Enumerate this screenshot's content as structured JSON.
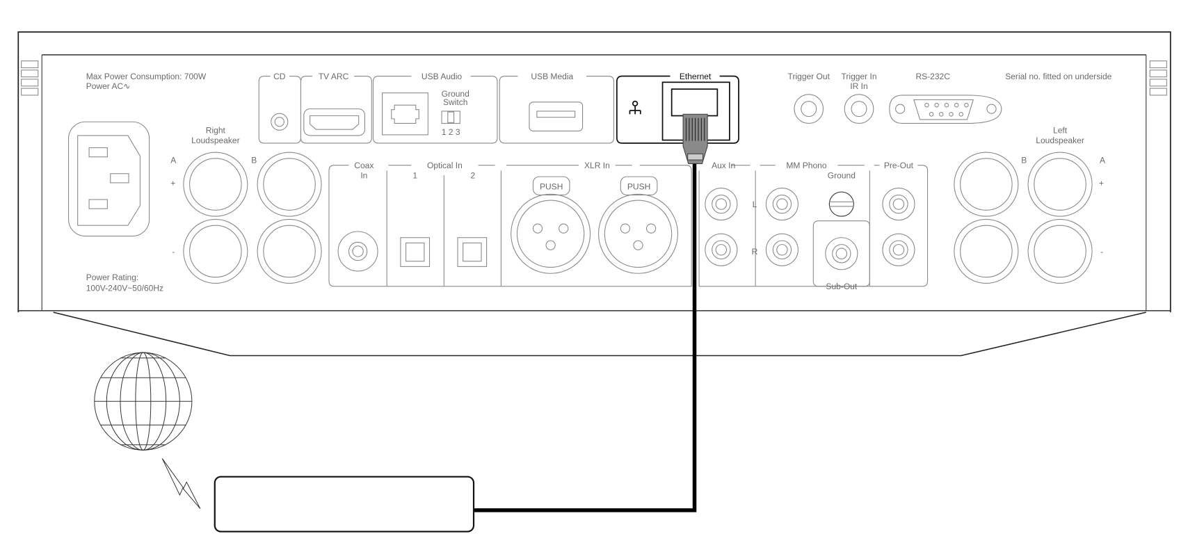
{
  "panel": {
    "max_power": "Max Power Consumption: 700W",
    "power_ac": "Power AC∿",
    "power_rating_label": "Power Rating:",
    "power_rating_value": "100V-240V~50/60Hz",
    "serial_note": "Serial no. fitted on underside"
  },
  "speakers": {
    "right_line1": "Right",
    "right_line2": "Loudspeaker",
    "left_line1": "Left",
    "left_line2": "Loudspeaker",
    "a": "A",
    "b": "B",
    "plus": "+",
    "minus": "-"
  },
  "top_ports": {
    "cd": "CD",
    "tv_arc": "TV ARC",
    "usb_audio": "USB Audio",
    "ground_switch_1": "Ground",
    "ground_switch_2": "Switch",
    "switch_positions": "1  2  3",
    "usb_media": "USB Media",
    "ethernet": "Ethernet",
    "trigger_out": "Trigger Out",
    "trigger_in": "Trigger In",
    "ir_in": "IR In",
    "rs232": "RS-232C"
  },
  "bottom_ports": {
    "coax_1": "Coax",
    "coax_2": "In",
    "optical": "Optical In",
    "optical_1": "1",
    "optical_2": "2",
    "xlr": "XLR In",
    "push": "PUSH",
    "aux_in": "Aux In",
    "l": "L",
    "r": "R",
    "mm_phono": "MM Phono",
    "ground": "Ground",
    "sub_out": "Sub-Out",
    "pre_out": "Pre-Out"
  }
}
